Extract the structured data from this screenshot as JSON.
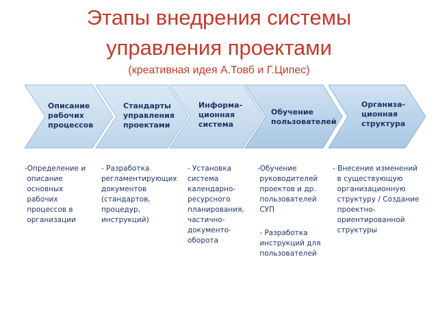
{
  "title_line1": "Этапы внедрения системы",
  "title_line2": "управления проектами",
  "subtitle": "(креативная идея А.Товб и Г.Ципес)",
  "colors": {
    "title": "#c0392b",
    "chevron_fill_light": "#c9dff0",
    "chevron_fill_mid": "#bcd6ea",
    "chevron_fill_end": "#a9c9e4",
    "chevron_stroke": "#8fb2d2",
    "text": "#1f3566"
  },
  "stages": [
    {
      "label": "Описание\nрабочих\nпроцессов",
      "description": "-Определение и\n описание\n основных\n рабочих\n процессов в\n организации"
    },
    {
      "label": "Стандарты\nуправления\nпроектами",
      "description": "- Разработка\nрегламентирующих\nдокументов\n(стандартов,\nпроцедур,\nинструкций)"
    },
    {
      "label": "Информа-\nционная\nсистема",
      "description": "- Установка\nсистема\nкалендарно-\nресурсного\nпланирования,\nчастично-\nдокументо-\nоборота"
    },
    {
      "label": "Обучение\nпользователей",
      "description": "-Обучение\n руководителей\n проектов и др.\n пользователей\n СУП",
      "description_extra": " - Разработка\n инструкций для\n пользователей"
    },
    {
      "label": "Организа-\nционная\nструктура",
      "description": "- Внесение изменений\n  в существующую\n  организационную\n  структуру / Создание\n  проектно-\n  ориентированной\n  структуры"
    }
  ]
}
